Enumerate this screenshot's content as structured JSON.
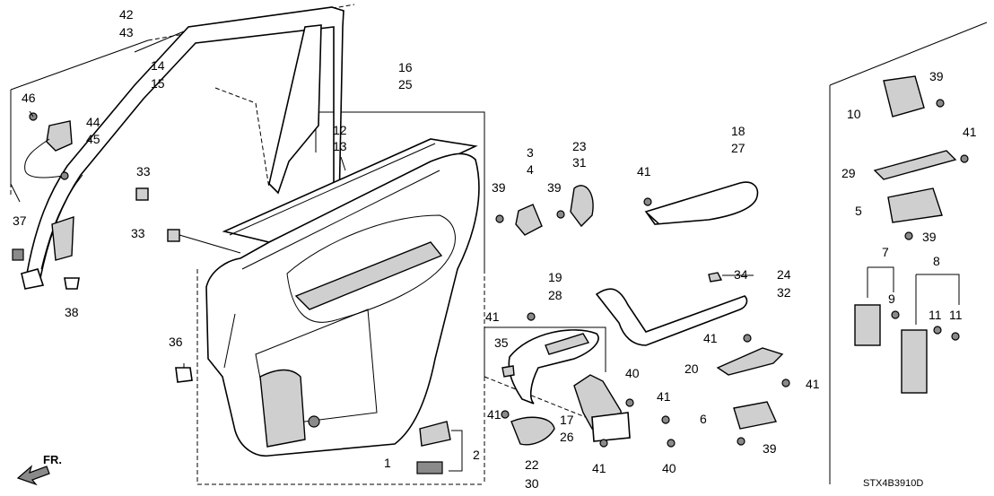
{
  "diagram_code": "STX4B3910D",
  "direction_label": "FR.",
  "callouts": {
    "c42": "42",
    "c43": "43",
    "c14": "14",
    "c15": "15",
    "c46": "46",
    "c44": "44",
    "c45": "45",
    "c37": "37",
    "c38": "38",
    "c33a": "33",
    "c33b": "33",
    "c12": "12",
    "c13": "13",
    "c16": "16",
    "c25": "25",
    "c36": "36",
    "c3": "3",
    "c4": "4",
    "c39a": "39",
    "c39b": "39",
    "c23": "23",
    "c31": "31",
    "c18": "18",
    "c27": "27",
    "c41a": "41",
    "c19": "19",
    "c28": "28",
    "c41b": "41",
    "c35": "35",
    "c34": "34",
    "c24": "24",
    "c32": "32",
    "c41c": "41",
    "c20": "20",
    "c41d": "41",
    "c40a": "40",
    "c41e": "41",
    "c41f": "41",
    "c17": "17",
    "c26": "26",
    "c41g": "41",
    "c40b": "40",
    "c6": "6",
    "c39c": "39",
    "c22": "22",
    "c30": "30",
    "c1": "1",
    "c2": "2",
    "c39d": "39",
    "c10": "10",
    "c41h": "41",
    "c29": "29",
    "c5": "5",
    "c39e": "39",
    "c7": "7",
    "c8": "8",
    "c9": "9",
    "c11a": "11",
    "c11b": "11"
  }
}
